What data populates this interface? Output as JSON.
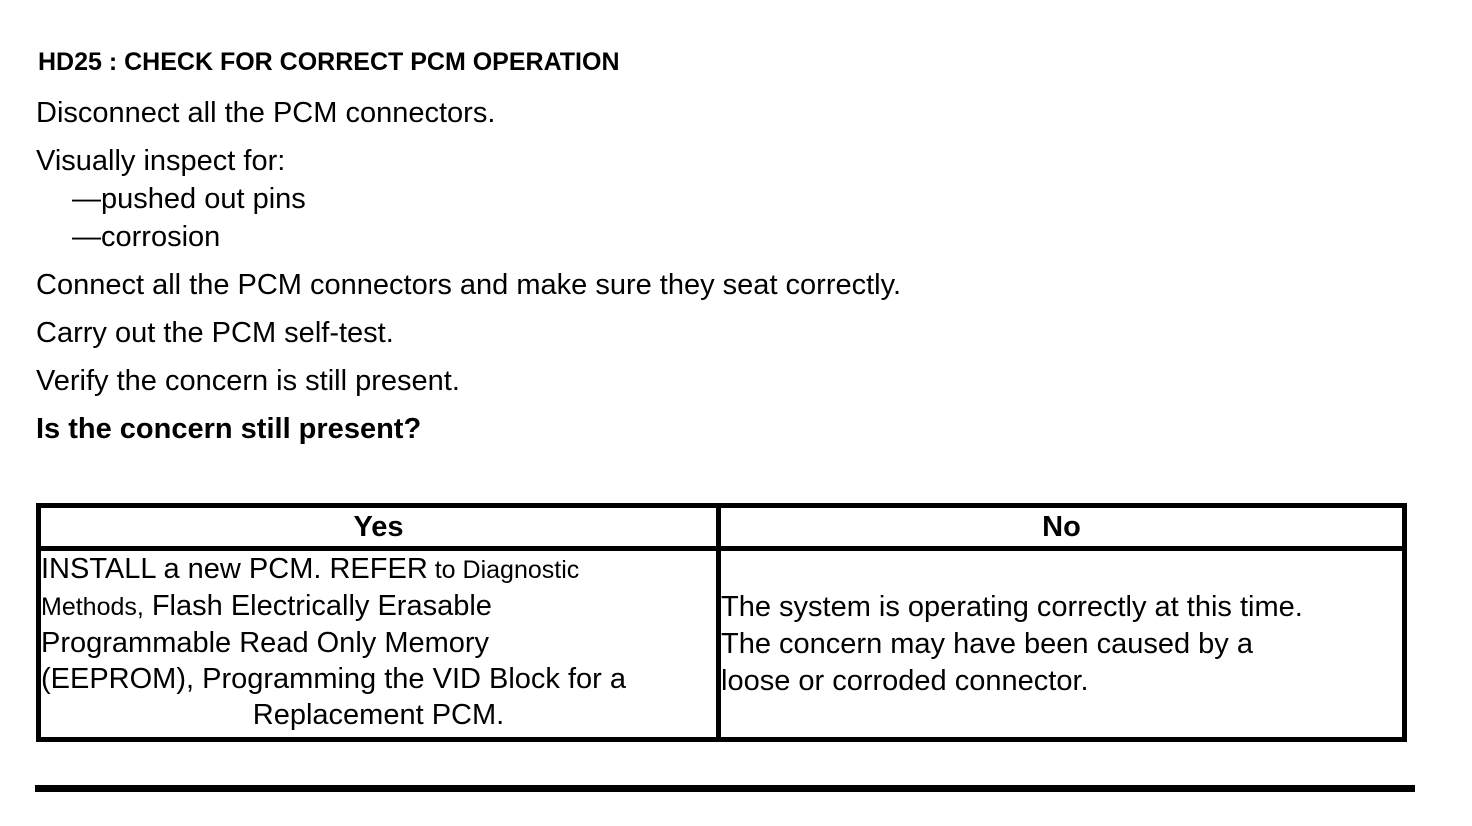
{
  "document": {
    "heading": "HD25 : CHECK FOR CORRECT PCM OPERATION",
    "steps": [
      "Disconnect all the PCM connectors.",
      "Visually inspect for:",
      "—pushed out pins",
      "—corrosion",
      "Connect all the PCM connectors and make sure they seat correctly.",
      "Carry out the PCM self-test.",
      "Verify the concern is still present."
    ],
    "question": "Is the concern still present?"
  },
  "table": {
    "headers": [
      "Yes",
      "No"
    ],
    "yes": {
      "line1_a": "INSTALL a new PCM. REFER",
      "line1_b": " to Diagnostic",
      "line2_a": "Methods,",
      "line2_b": "Flash Electrically Erasable",
      "line3": "Programmable Read Only Memory",
      "line4": "(EEPROM), Programming the VID Block for a",
      "line5": "Replacement PCM."
    },
    "no": {
      "line1": "The system is operating correctly at this time.",
      "line2": "The concern may have been caused by a",
      "line3": "loose or corroded connector."
    }
  },
  "colors": {
    "text": "#000000",
    "background": "#ffffff",
    "border": "#000000"
  }
}
